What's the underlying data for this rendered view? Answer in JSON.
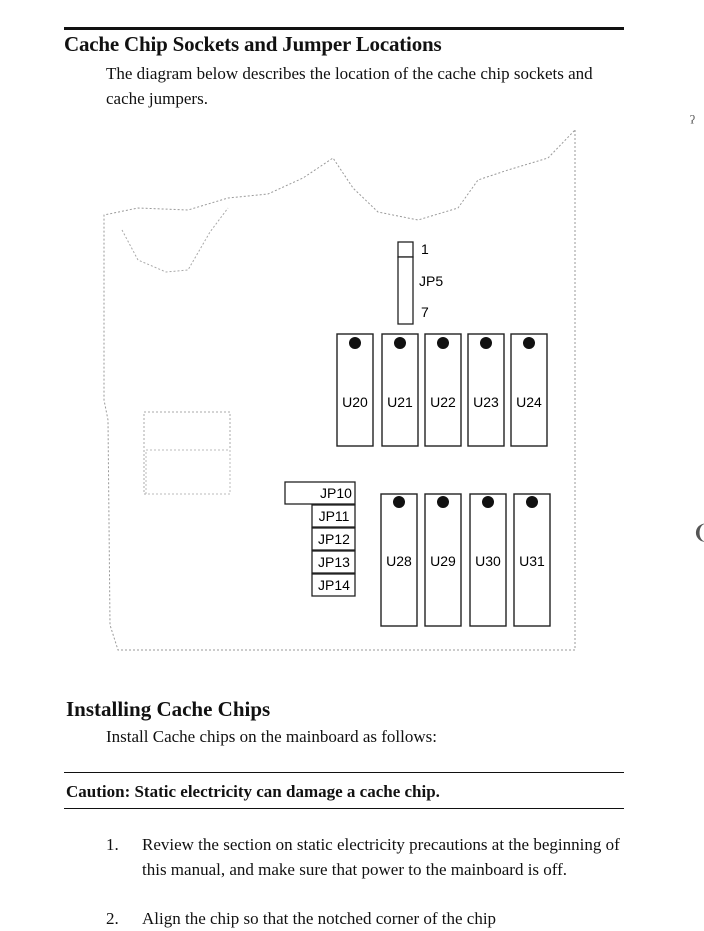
{
  "section": {
    "title": "Cache Chip Sockets and Jumper Locations",
    "intro": "The diagram below describes the location of the cache chip sockets and cache jumpers."
  },
  "diagram": {
    "jp5": {
      "label": "JP5",
      "pin_top": "1",
      "pin_bottom": "7"
    },
    "cache_row1": [
      "U20",
      "U21",
      "U22",
      "U23",
      "U24"
    ],
    "cache_row2": [
      "U28",
      "U29",
      "U30",
      "U31"
    ],
    "jumpers": [
      "JP10",
      "JP11",
      "JP12",
      "JP13",
      "JP14"
    ]
  },
  "install": {
    "title": "Installing Cache Chips",
    "intro": "Install Cache chips on the mainboard as follows:",
    "caution": "Caution: Static electricity can damage a cache chip.",
    "steps": [
      {
        "num": "1.",
        "text": "Review the section on static electricity precautions at the beginning of this manual, and make sure that power to the mainboard is off."
      },
      {
        "num": "2.",
        "text": "Align the chip so that the notched corner of the chip"
      }
    ]
  }
}
